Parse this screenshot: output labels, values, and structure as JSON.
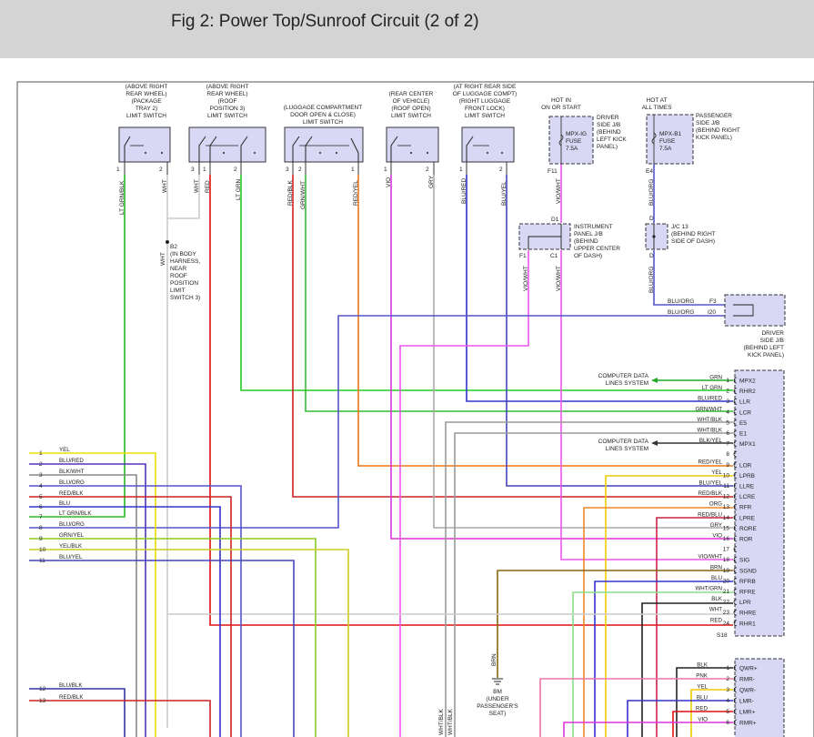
{
  "header": {
    "title": "Fig 2: Power Top/Sunroof Circuit (2 of 2)"
  },
  "switches": [
    {
      "caption": [
        "(ABOVE RIGHT",
        "REAR WHEEL)",
        "(PACKAGE",
        "TRAY 2)",
        "LIMIT SWITCH"
      ],
      "pins": [
        "1",
        "2"
      ],
      "wires": [
        "LT GRN/BLK",
        "WHT"
      ]
    },
    {
      "caption": [
        "(ABOVE RIGHT",
        "REAR WHEEL)",
        "(ROOF",
        "POSITION 3)",
        "LIMIT SWITCH"
      ],
      "pins": [
        "3",
        "1",
        "2"
      ],
      "wires": [
        "WHT",
        "RED",
        "LT GRN"
      ]
    },
    {
      "caption": [
        "(LUGGAGE COMPARTMENT",
        "DOOR OPEN & CLOSE)",
        "LIMIT SWITCH"
      ],
      "pins": [
        "3",
        "2",
        "1"
      ],
      "wires": [
        "RED/BLK",
        "GRN/WHT",
        "RED/YEL"
      ]
    },
    {
      "caption": [
        "(REAR CENTER",
        "OF VEHICLE)",
        "(ROOF OPEN)",
        "LIMIT SWITCH"
      ],
      "pins": [
        "1",
        "2"
      ],
      "wires": [
        "VIO",
        "GRY"
      ]
    },
    {
      "caption": [
        "(AT RIGHT REAR SIDE",
        "OF LUGGAGE COMPT)",
        "(RIGHT LUGGAGE",
        "FRONT LOCK)",
        "LIMIT SWITCH"
      ],
      "pins": [
        "1",
        "2"
      ],
      "wires": [
        "BLU/RED",
        "BLU/YEL"
      ]
    }
  ],
  "fuses": [
    {
      "hot": [
        "HOT IN",
        "ON OR START"
      ],
      "name": [
        "MPX-IG",
        "FUSE",
        "7.5A"
      ],
      "desc": [
        "DRIVER",
        "SIDE J/B",
        "(BEHIND",
        "LEFT KICK",
        "PANEL)"
      ],
      "pin": "F11",
      "wire": "VIO/WHT"
    },
    {
      "hot": [
        "HOT AT",
        "ALL TIMES"
      ],
      "name": [
        "MPX-B1",
        "FUSE",
        "7.5A"
      ],
      "desc": [
        "PASSENGER",
        "SIDE J/B",
        "(BEHIND RIGHT",
        "KICK PANEL)"
      ],
      "pin": "E4",
      "wire": "BLU/ORG"
    }
  ],
  "ipjb": {
    "desc": [
      "INSTRUMENT",
      "PANEL J/B",
      "(BEHIND",
      "UPPER CENTER",
      "OF DASH)"
    ],
    "pins": [
      "D1",
      "F1",
      "C1"
    ],
    "wires": [
      "VIO/WHT",
      "VIO/WHT"
    ]
  },
  "jc13": {
    "desc": [
      "J/C 13",
      "(BEHIND RIGHT",
      "SIDE OF DASH)"
    ],
    "pins": [
      "D",
      "D"
    ],
    "wire": "BLU/ORG"
  },
  "djb": {
    "desc": [
      "DRIVER",
      "SIDE J/B",
      "(BEHIND LEFT",
      "KICK PANEL)"
    ],
    "pins": [
      "F3",
      "I20"
    ],
    "wires": [
      "BLU/ORG",
      "BLU/ORG"
    ]
  },
  "b2": {
    "label": [
      "B2",
      "(IN BODY",
      "HARNESS,",
      "NEAR",
      "ROOF",
      "POSITION",
      "LIMIT",
      "SWITCH 3)"
    ],
    "wire": "WHT"
  },
  "bm": {
    "wire": "BRN",
    "label": [
      "BM",
      "(UNDER",
      "PASSENGER'S",
      "SEAT)"
    ]
  },
  "computer_data": [
    "COMPUTER DATA",
    "LINES SYSTEM"
  ],
  "module_pins": [
    {
      "n": "1",
      "wire": "GRN",
      "pin": "MPX2"
    },
    {
      "n": "2",
      "wire": "LT GRN",
      "pin": "RHR2"
    },
    {
      "n": "3",
      "wire": "BLU/RED",
      "pin": "LLR"
    },
    {
      "n": "4",
      "wire": "GRN/WHT",
      "pin": "LCR"
    },
    {
      "n": "5",
      "wire": "WHT/BLK",
      "pin": "E5"
    },
    {
      "n": "6",
      "wire": "WHT/BLK",
      "pin": "E1"
    },
    {
      "n": "7",
      "wire": "BLK/YEL",
      "pin": "MPX1"
    },
    {
      "n": "8",
      "wire": "",
      "pin": ""
    },
    {
      "n": "9",
      "wire": "RED/YEL",
      "pin": "LOR"
    },
    {
      "n": "10",
      "wire": "YEL",
      "pin": "LPRB"
    },
    {
      "n": "11",
      "wire": "BLU/YEL",
      "pin": "LLRE"
    },
    {
      "n": "12",
      "wire": "RED/BLK",
      "pin": "LCRE"
    },
    {
      "n": "13",
      "wire": "ORG",
      "pin": "RFR"
    },
    {
      "n": "14",
      "wire": "RED/BLU",
      "pin": "LPRE"
    },
    {
      "n": "15",
      "wire": "GRY",
      "pin": "RORE"
    },
    {
      "n": "16",
      "wire": "VIO",
      "pin": "ROR"
    },
    {
      "n": "17",
      "wire": "",
      "pin": ""
    },
    {
      "n": "18",
      "wire": "VIO/WHT",
      "pin": "SIG"
    },
    {
      "n": "19",
      "wire": "BRN",
      "pin": "SGND"
    },
    {
      "n": "20",
      "wire": "BLU",
      "pin": "RFRB"
    },
    {
      "n": "21",
      "wire": "WHT/GRN",
      "pin": "RFRE"
    },
    {
      "n": "22",
      "wire": "BLK",
      "pin": "LPR"
    },
    {
      "n": "23",
      "wire": "WHT",
      "pin": "RHRE"
    },
    {
      "n": "24",
      "wire": "RED",
      "pin": "RHR1"
    }
  ],
  "connector_s18": "S18",
  "module_pins2": [
    {
      "n": "1",
      "wire": "BLK",
      "pin": "QWR+"
    },
    {
      "n": "2",
      "wire": "PNK",
      "pin": "RMR-"
    },
    {
      "n": "3",
      "wire": "YEL",
      "pin": "QWR-"
    },
    {
      "n": "4",
      "wire": "BLU",
      "pin": "LMR-"
    },
    {
      "n": "5",
      "wire": "RED",
      "pin": "LMR+"
    },
    {
      "n": "6",
      "wire": "VIO",
      "pin": "RMR+"
    }
  ],
  "left_wires": [
    {
      "n": "1",
      "wire": "YEL"
    },
    {
      "n": "2",
      "wire": "BLU/RED"
    },
    {
      "n": "3",
      "wire": "BLK/WHT"
    },
    {
      "n": "4",
      "wire": "BLU/ORG"
    },
    {
      "n": "5",
      "wire": "RED/BLK"
    },
    {
      "n": "6",
      "wire": "BLU"
    },
    {
      "n": "7",
      "wire": "LT GRN/BLK"
    },
    {
      "n": "8",
      "wire": "BLU/ORG"
    },
    {
      "n": "9",
      "wire": "GRN/YEL"
    },
    {
      "n": "10",
      "wire": "YEL/BLK"
    },
    {
      "n": "11",
      "wire": "BLU/YEL"
    },
    {
      "n": "12",
      "wire": "BLU/BLK"
    },
    {
      "n": "13",
      "wire": "RED/BLK"
    }
  ],
  "bottom_wires": [
    "WHT/BLK",
    "WHT/BLK"
  ],
  "colors": {
    "header_bg": "#d4d4d4",
    "component_fill": "#d8d8f4",
    "component_stroke": "#333333"
  }
}
